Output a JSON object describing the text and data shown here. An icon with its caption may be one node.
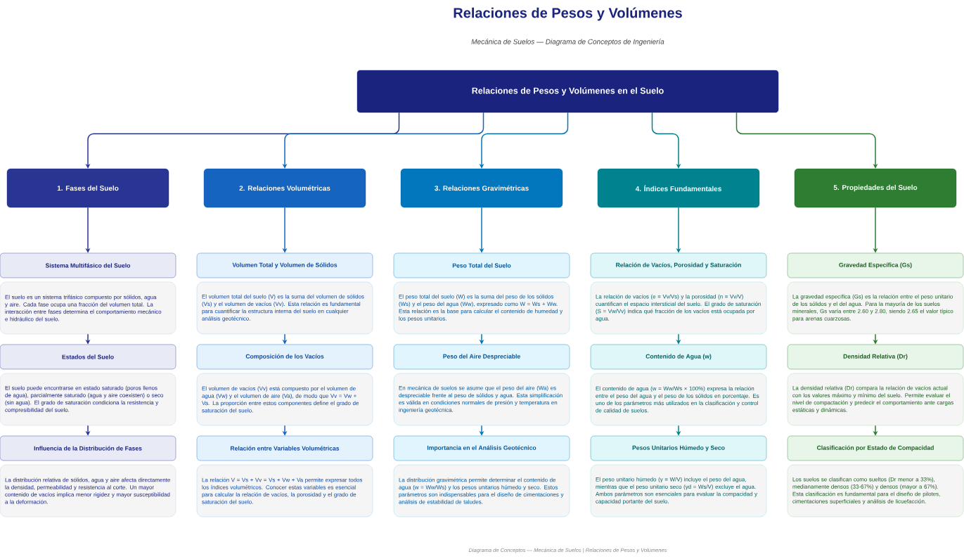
{
  "diagram": {
    "title": "Relaciones de Pesos y Volúmenes",
    "caption": "Diagrama de Conceptos — Mecánica de Suelos | Relaciones de Pesos y Volúmenes",
    "labels": [
      "Mecánica de Suelos — Diagrama de Conceptos de Ingeniería"
    ],
    "nodes": [
      {
        "text": [
          "Relaciones de Pesos y Volúmenes en el Suelo"
        ]
      },
      {
        "text": [
          "1. Fases del Suelo"
        ]
      },
      {
        "text": [
          "2. Relaciones Volumétricas"
        ]
      },
      {
        "text": [
          "3. Relaciones Gravimétricas"
        ]
      },
      {
        "text": [
          "4. Índices Fundamentales"
        ]
      },
      {
        "text": [
          "5. Propiedades del Suelo"
        ]
      },
      {
        "text": [
          "Sistema Multifásico del Suelo"
        ]
      },
      {
        "text": [
          "El suelo es un sistema trifásico compuesto por sólidos, agua y aire. Cada fase ocupa una fracción del volumen total. La interacción entre fases determina el comportamiento mecánico e hidráulico del suelo."
        ]
      },
      {
        "text": [
          "Estados del Suelo"
        ]
      },
      {
        "text": [
          "El suelo puede encontrarse en estado saturado (poros llenos de agua), parcialmente saturado (agua y aire coexisten) o seco (sin agua). El grado de saturación condiciona la resistencia y compresibilidad del suelo."
        ]
      },
      {
        "text": [
          "Influencia de la Distribución de Fases"
        ]
      },
      {
        "text": [
          "La distribución relativa de sólidos, agua y aire afecta directamente la densidad, permeabilidad y resistencia al corte. Un mayor contenido de vacíos implica menor rigidez y mayor susceptibilidad a la deformación."
        ]
      },
      {
        "text": [
          "Volumen Total y Volumen de Sólidos"
        ]
      },
      {
        "text": [
          "El volumen total del suelo (V) es la suma del volumen de sólidos (Vs) y el volumen de vacíos (Vv). Esta relación es fundamental para cuantificar la estructura interna del suelo en cualquier análisis geotécnico."
        ]
      },
      {
        "text": [
          "Composición de los Vacíos"
        ]
      },
      {
        "text": [
          "El volumen de vacíos (Vv) está compuesto por el volumen de agua (Vw) y el volumen de aire (Va), de modo que Vv = Vw + Va. La proporción entre estos componentes define el grado de saturación del suelo."
        ]
      },
      {
        "text": [
          "Relación entre Variables Volumétricas"
        ]
      },
      {
        "text": [
          "La relación V = Vs + Vv = Vs + Vw + Va permite expresar todos los índices volumétricos. Conocer estas variables es esencial para calcular la relación de vacíos, la porosidad y el grado de saturación del suelo."
        ]
      },
      {
        "text": [
          "Peso Total del Suelo"
        ]
      },
      {
        "text": [
          "El peso total del suelo (W) es la suma del peso de los sólidos (Ws) y el peso del agua (Ww), expresado como W = Ws + Ww. Esta relación es la base para calcular el contenido de humedad y los pesos unitarios."
        ]
      },
      {
        "text": [
          "Peso del Aire Despreciable"
        ]
      },
      {
        "text": [
          "En mecánica de suelos se asume que el peso del aire (Wa) es despreciable frente al peso de sólidos y agua. Esta simplificación es válida en condiciones normales de presión y temperatura en ingeniería geotécnica."
        ]
      },
      {
        "text": [
          "Importancia en el Análisis Geotécnico"
        ]
      },
      {
        "text": [
          "La distribución gravimétrica permite determinar el contenido de agua (w = Ww/Ws) y los pesos unitarios húmedo y seco. Estos parámetros son indispensables para el diseño de cimentaciones y análisis de estabilidad de taludes."
        ]
      },
      {
        "text": [
          "Relación de Vacíos, Porosidad y Saturación"
        ]
      },
      {
        "text": [
          "La relación de vacíos (e = Vv/Vs) y la porosidad (n = Vv/V) cuantifican el espacio intersticial del suelo. El grado de saturación (S = Vw/Vv) indica qué fracción de los vacíos está ocupada por agua."
        ]
      },
      {
        "text": [
          "Contenido de Agua (w)"
        ]
      },
      {
        "text": [
          "El contenido de agua (w = Ww/Ws × 100%) expresa la relación entre el peso del agua y el peso de los sólidos en porcentaje. Es uno de los parámetros más utilizados en la clasificación y control de calidad de suelos."
        ]
      },
      {
        "text": [
          "Pesos Unitarios Húmedo y Seco"
        ]
      },
      {
        "text": [
          "El peso unitario húmedo (γ = W/V) incluye el peso del agua, mientras que el peso unitario seco (γd = Ws/V) excluye el agua. Ambos parámetros son esenciales para evaluar la compacidad y capacidad portante del suelo."
        ]
      },
      {
        "text": [
          "Gravedad Específica (Gs)"
        ]
      },
      {
        "text": [
          "La gravedad específica (Gs) es la relación entre el peso unitario de los sólidos y el del agua. Para la mayoría de los suelos minerales, Gs varía entre 2.60 y 2.80, siendo 2.65 el valor típico para arenas cuarzosas."
        ]
      },
      {
        "text": [
          "Densidad Relativa (Dr)"
        ]
      },
      {
        "text": [
          "La densidad relativa (Dr) compara la relación de vacíos actual con los valores máximo y mínimo del suelo. Permite evaluar el nivel de compactación y predecir el comportamiento ante cargas estáticas y dinámicas."
        ]
      },
      {
        "text": [
          "Clasificación por Estado de Compacidad"
        ]
      },
      {
        "text": [
          "Los suelos se clasifican como sueltos (Dr menor a 33%), medianamente densos (33-67%) y densos (mayor a 67%). Esta clasificación es fundamental para el diseño de pilotes, cimentaciones superficiales y análisis de licuefacción."
        ]
      }
    ],
    "edges": [
      {
        "from": 0,
        "to": 1,
        "arrow": "to",
        "color": "#283593"
      },
      {
        "from": 0,
        "to": 2,
        "arrow": "to",
        "color": "#1565c0"
      },
      {
        "from": 0,
        "to": 3,
        "arrow": "to",
        "color": "#0277bd"
      },
      {
        "from": 0,
        "to": 4,
        "arrow": "to",
        "color": "#00838f"
      },
      {
        "from": 0,
        "to": 5,
        "arrow": "to",
        "color": "#2e7d32"
      },
      {
        "from": 1,
        "to": 6,
        "arrow": "to",
        "color": "#283593"
      },
      {
        "from": 7,
        "to": 8,
        "arrow": "to",
        "color": "#283593"
      },
      {
        "from": 9,
        "to": 10,
        "arrow": "to",
        "color": "#283593"
      },
      {
        "from": 2,
        "to": 12,
        "arrow": "to",
        "color": "#1565c0"
      },
      {
        "from": 13,
        "to": 14,
        "arrow": "to",
        "color": "#1565c0"
      },
      {
        "from": 15,
        "to": 16,
        "arrow": "to",
        "color": "#1565c0"
      },
      {
        "from": 3,
        "to": 18,
        "arrow": "to",
        "color": "#0277bd"
      },
      {
        "from": 19,
        "to": 20,
        "arrow": "to",
        "color": "#0277bd"
      },
      {
        "from": 21,
        "to": 22,
        "arrow": "to",
        "color": "#0277bd"
      },
      {
        "from": 4,
        "to": 24,
        "arrow": "to",
        "color": "#00838f"
      },
      {
        "from": 25,
        "to": 26,
        "arrow": "to",
        "color": "#00838f"
      },
      {
        "from": 27,
        "to": 28,
        "arrow": "to",
        "color": "#00838f"
      },
      {
        "from": 5,
        "to": 30,
        "arrow": "to",
        "color": "#2e7d32"
      },
      {
        "from": 31,
        "to": 32,
        "arrow": "to",
        "color": "#2e7d32"
      },
      {
        "from": 33,
        "to": 34,
        "arrow": "to",
        "color": "#2e7d32"
      }
    ]
  }
}
